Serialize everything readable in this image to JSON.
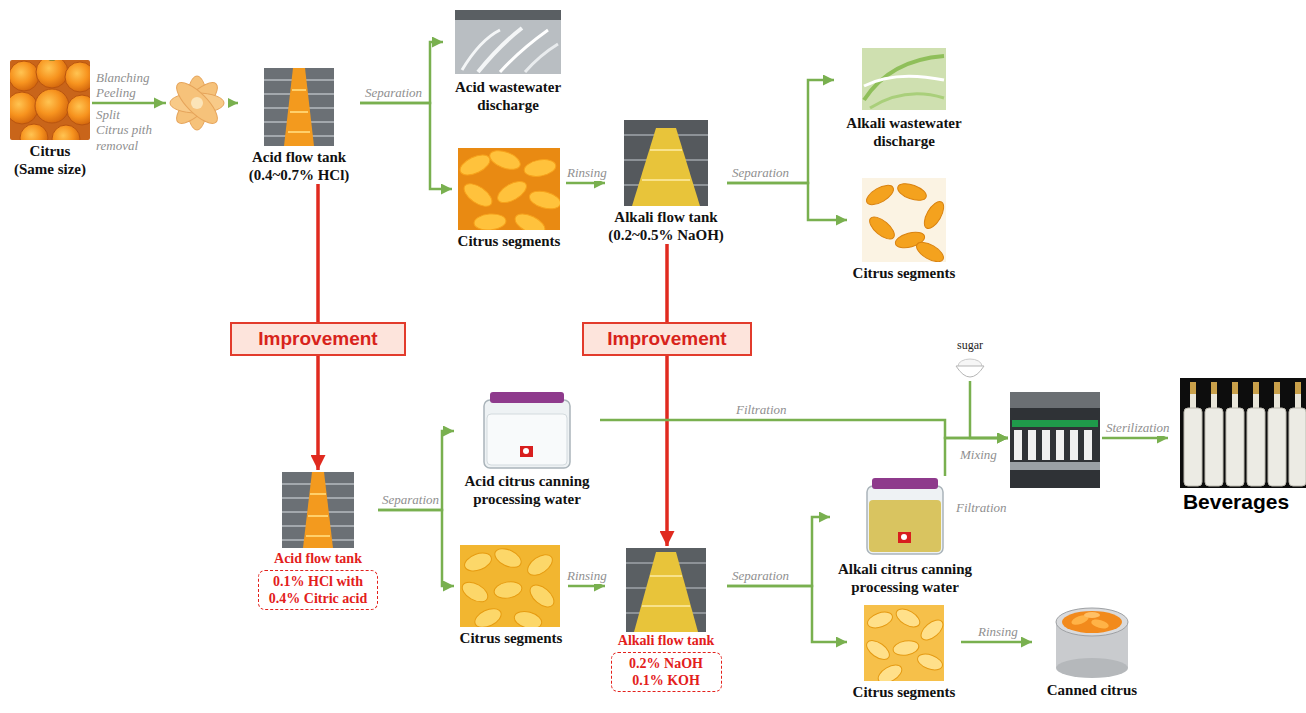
{
  "diagram": {
    "nodes": [
      {
        "text": [
          "Citrus (Same size)"
        ]
      },
      {
        "text": [
          "Acid flow tank (0.4~0.7% HCl)"
        ]
      },
      {
        "text": [
          "Acid wastewater discharge"
        ]
      },
      {
        "text": [
          "Citrus segments"
        ]
      },
      {
        "text": [
          "Alkali flow tank (0.2~0.5% NaOH)"
        ]
      },
      {
        "text": [
          "Alkali wastewater discharge"
        ]
      },
      {
        "text": [
          "Citrus segments"
        ]
      },
      {
        "text": [
          "Improvement"
        ]
      },
      {
        "text": [
          "Improvement"
        ]
      },
      {
        "text": [
          "Acid flow tank"
        ]
      },
      {
        "text": [
          "0.1% HCl with 0.4% Citric acid"
        ],
        "in": 9
      },
      {
        "text": [
          "Acid citrus canning processing water"
        ]
      },
      {
        "text": [
          "Citrus segments"
        ]
      },
      {
        "text": [
          "Alkali flow tank"
        ]
      },
      {
        "text": [
          "0.2% NaOH 0.1% KOH"
        ],
        "in": 13
      },
      {
        "text": [
          "Alkali citrus canning processing water"
        ]
      },
      {
        "text": [
          "Citrus segments"
        ]
      },
      {
        "text": [
          "Canned citrus"
        ]
      },
      {
        "text": [
          "sugar"
        ]
      },
      {
        "text": [
          "Mixing"
        ]
      },
      {
        "text": [
          "Beverages"
        ]
      }
    ],
    "edges": [
      {
        "from": 0,
        "to": 1,
        "arrow": "to"
      },
      {
        "from": 1,
        "to": 2,
        "label": "Separation",
        "arrow": "to"
      },
      {
        "from": 1,
        "to": 3,
        "arrow": "to"
      },
      {
        "from": 3,
        "to": 4,
        "label": "Rinsing",
        "arrow": "to"
      },
      {
        "from": 4,
        "to": 5,
        "label": "Separation",
        "arrow": "to"
      },
      {
        "from": 4,
        "to": 6,
        "arrow": "to"
      },
      {
        "from": 1,
        "to": 7,
        "arrow": "none"
      },
      {
        "from": 7,
        "to": 9,
        "arrow": "to"
      },
      {
        "from": 4,
        "to": 8,
        "arrow": "none"
      },
      {
        "from": 8,
        "to": 13,
        "arrow": "to"
      },
      {
        "from": 9,
        "to": 11,
        "label": "Separation",
        "arrow": "to"
      },
      {
        "from": 9,
        "to": 12,
        "arrow": "to"
      },
      {
        "from": 12,
        "to": 13,
        "label": "Rinsing",
        "arrow": "to"
      },
      {
        "from": 13,
        "to": 15,
        "label": "Separation",
        "arrow": "to"
      },
      {
        "from": 13,
        "to": 16,
        "arrow": "to"
      },
      {
        "from": 16,
        "to": 17,
        "label": "Rinsing",
        "arrow": "to"
      },
      {
        "from": 11,
        "to": 19,
        "label": "Filtration",
        "arrow": "to"
      },
      {
        "from": 15,
        "to": 19,
        "label": "Filtration",
        "arrow": "to"
      },
      {
        "from": 18,
        "to": 19,
        "arrow": "to"
      },
      {
        "from": 19,
        "to": 20,
        "label": "Sterilization",
        "arrow": "to"
      }
    ],
    "labels": [
      "Blanching",
      "Peeling",
      "Split",
      "Citrus pith removal"
    ]
  }
}
